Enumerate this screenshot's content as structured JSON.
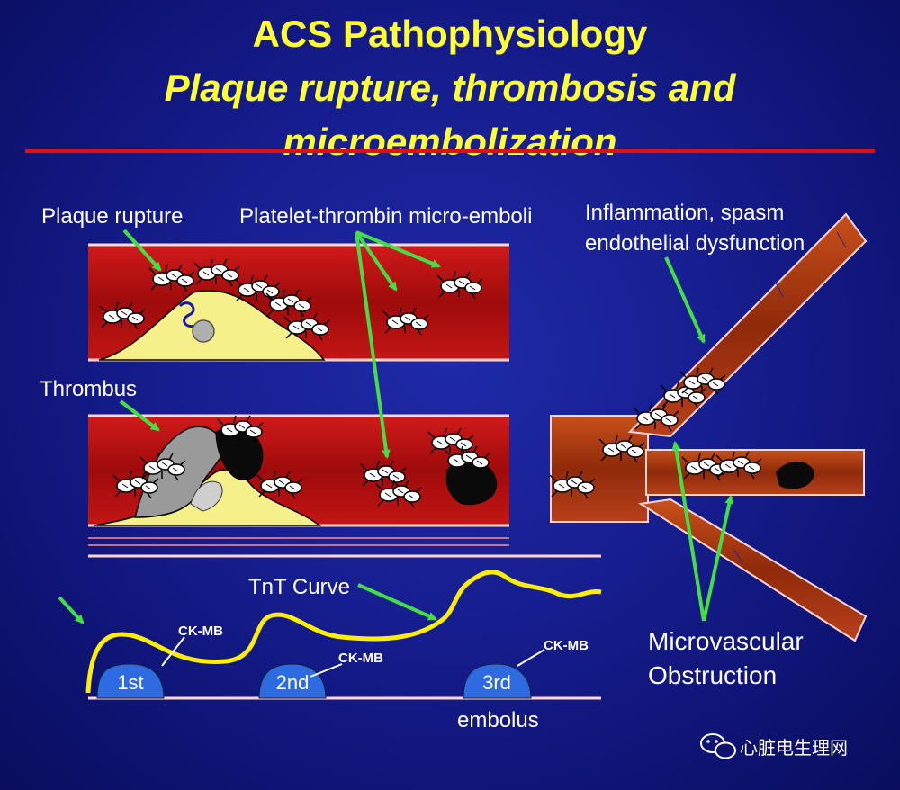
{
  "title_line1": "ACS Pathophysiology",
  "title_line2": "Plaque rupture, thrombosis and",
  "title_line3": "microembolization",
  "labels": {
    "plaque_rupture": "Plaque rupture",
    "platelet_emboli": "Platelet-thrombin micro-emboli",
    "inflammation_1": "Inflammation, spasm",
    "inflammation_2": "endothelial dysfunction",
    "thrombus": "Thrombus",
    "tnt_curve": "TnT Curve",
    "microvascular_1": "Microvascular",
    "microvascular_2": "Obstruction",
    "embolus": "embolus"
  },
  "peaks": [
    {
      "label": "1st",
      "ckmb": "CK-MB"
    },
    {
      "label": "2nd",
      "ckmb": "CK-MB"
    },
    {
      "label": "3rd",
      "ckmb": "CK-MB"
    }
  ],
  "watermark": "心脏电生理网",
  "colors": {
    "background": "#161d8e",
    "title": "#ffff33",
    "arrow": "#44dd44",
    "vessel": "#b01010",
    "plaque": "#f5f08a",
    "curve": "#ffee00",
    "ckmb_peak": "#2e6be0",
    "divider": "#dd1111"
  }
}
